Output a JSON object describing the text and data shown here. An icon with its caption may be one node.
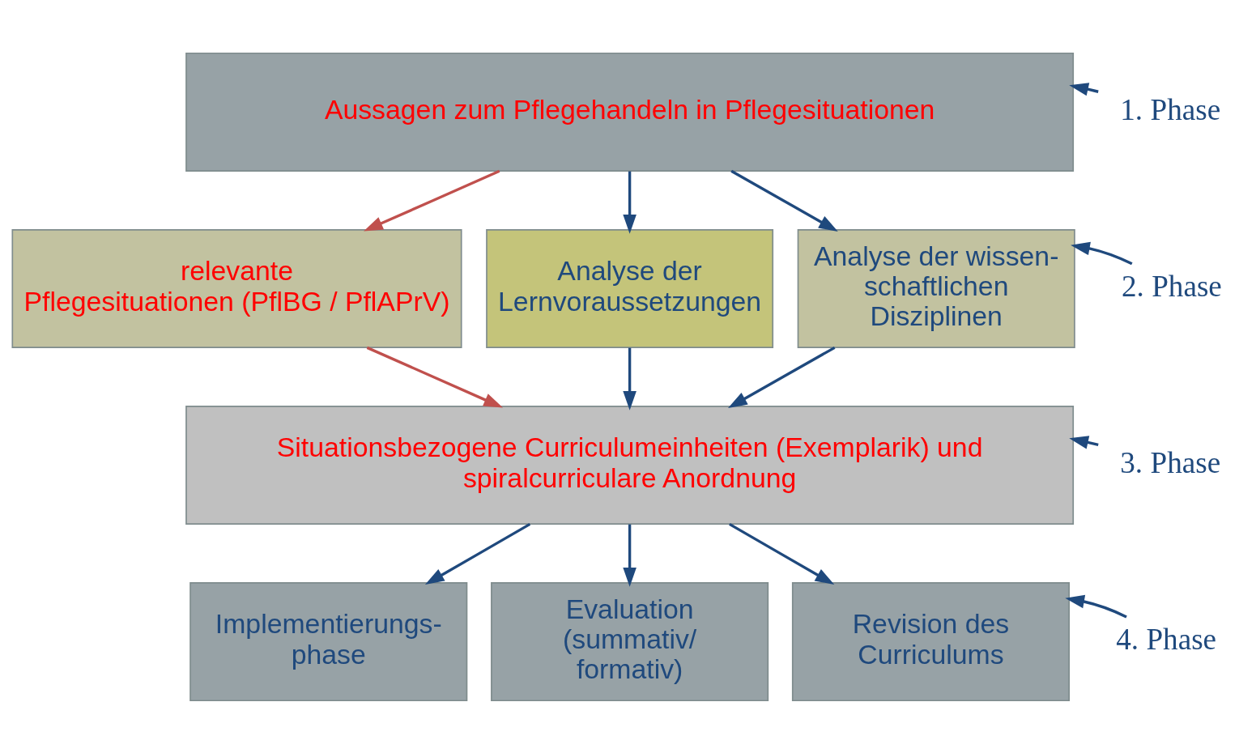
{
  "diagram": {
    "nodes": [
      {
        "text": [
          "Aussagen zum Pflegehandeln in Pflegesituationen"
        ]
      },
      {
        "text": [
          "relevante Pflegesituationen (PflBG / PflAPrV)"
        ]
      },
      {
        "text": [
          "Analyse der Lernvoraussetzungen"
        ]
      },
      {
        "text": [
          "Analyse der wissen- schaftlichen Disziplinen"
        ]
      },
      {
        "text": [
          "Situationsbezogene Curriculumeinheiten (Exemplarik) und spiralcurriculare Anordnung"
        ]
      },
      {
        "text": [
          "Implementierungs- phase"
        ]
      },
      {
        "text": [
          "Evaluation (summativ/ formativ)"
        ]
      },
      {
        "text": [
          "Revision des Curriculums"
        ]
      },
      {
        "text": [
          "1. Phase"
        ]
      },
      {
        "text": [
          "2. Phase"
        ]
      },
      {
        "text": [
          "3. Phase"
        ]
      },
      {
        "text": [
          "4. Phase"
        ]
      }
    ],
    "edges": [
      {
        "from": 0,
        "to": 1,
        "arrow": "to",
        "color": "#c0504d"
      },
      {
        "from": 0,
        "to": 2,
        "arrow": "to"
      },
      {
        "from": 0,
        "to": 3,
        "arrow": "to"
      },
      {
        "from": 1,
        "to": 4,
        "arrow": "to",
        "color": "#c0504d"
      },
      {
        "from": 2,
        "to": 4,
        "arrow": "to"
      },
      {
        "from": 3,
        "to": 4,
        "arrow": "to"
      },
      {
        "from": 4,
        "to": 5,
        "arrow": "to"
      },
      {
        "from": 4,
        "to": 6,
        "arrow": "to"
      },
      {
        "from": 4,
        "to": 7,
        "arrow": "to"
      },
      {
        "from": 8,
        "to": 0,
        "arrow": "to"
      },
      {
        "from": 9,
        "to": 3,
        "arrow": "to"
      },
      {
        "from": 10,
        "to": 4,
        "arrow": "to"
      },
      {
        "from": 11,
        "to": 7,
        "arrow": "to"
      }
    ]
  }
}
